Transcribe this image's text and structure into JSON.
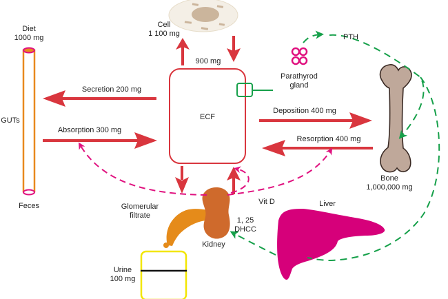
{
  "labels": {
    "diet": "Diet",
    "diet_amount": "1000 mg",
    "cell": "Cell",
    "cell_amount": "1 100 mg",
    "cell_exchange": "900 mg",
    "guts": "GUTs",
    "feces": "Feces",
    "secretion": "Secretion 200 mg",
    "absorption": "Absorption 300 mg",
    "ecf": "ECF",
    "parathyroid": "Parathyrod",
    "parathyroid_2": "gland",
    "pth": "PTH",
    "deposition": "Deposition 400 mg",
    "resorption": "Resorption 400 mg",
    "bone": "Bone",
    "bone_amount": "1,000,000 mg",
    "vit_d": "Vit D",
    "glomerular": "Glomerular",
    "filtrate": "filtrate",
    "dhcc_1": "1, 25",
    "dhcc_2": "DHCC",
    "kidney": "Kidney",
    "liver": "Liver",
    "urine": "Urine",
    "urine_amount": "100 mg"
  },
  "colors": {
    "flow_arrow": "#d9363e",
    "ecf_border": "#d9363e",
    "gut_tube": "#e8891e",
    "gut_ends": "#e0117f",
    "vit_d_path": "#e0117f",
    "pth_path": "#16a04a",
    "parathyroid": "#e0117f",
    "bone": "#bfa89a",
    "kidney": "#cf6a2c",
    "ureter": "#e58b1a",
    "liver": "#d6007a",
    "urine_box": "#f2e600",
    "cell": "#f4efe6"
  }
}
